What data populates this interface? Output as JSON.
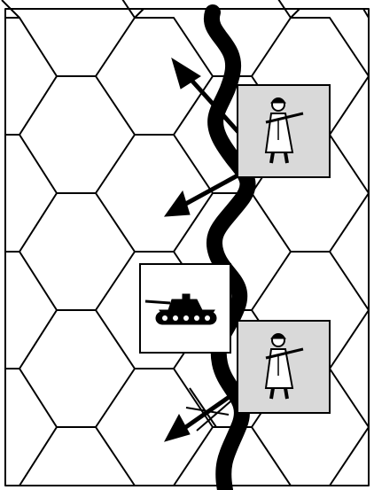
{
  "board": {
    "terrain": "hex-grid",
    "feature": "river-hexside"
  },
  "counters": [
    {
      "id": "infantry-1",
      "unit": "infantry",
      "icon": "soldier-with-rifle-icon",
      "fill": "#d9d9d9"
    },
    {
      "id": "tank-1",
      "unit": "armor",
      "icon": "tank-icon",
      "fill": "#ffffff"
    },
    {
      "id": "infantry-2",
      "unit": "infantry",
      "icon": "soldier-with-rifle-icon",
      "fill": "#d9d9d9"
    }
  ],
  "arrows": [
    {
      "id": "arrow-up-left",
      "blocked": false
    },
    {
      "id": "arrow-down-left-upper",
      "blocked": false
    },
    {
      "id": "arrow-down-left-lower",
      "blocked": true
    }
  ],
  "colors": {
    "ink": "#000000",
    "counter_gray": "#d9d9d9",
    "paper": "#ffffff"
  }
}
